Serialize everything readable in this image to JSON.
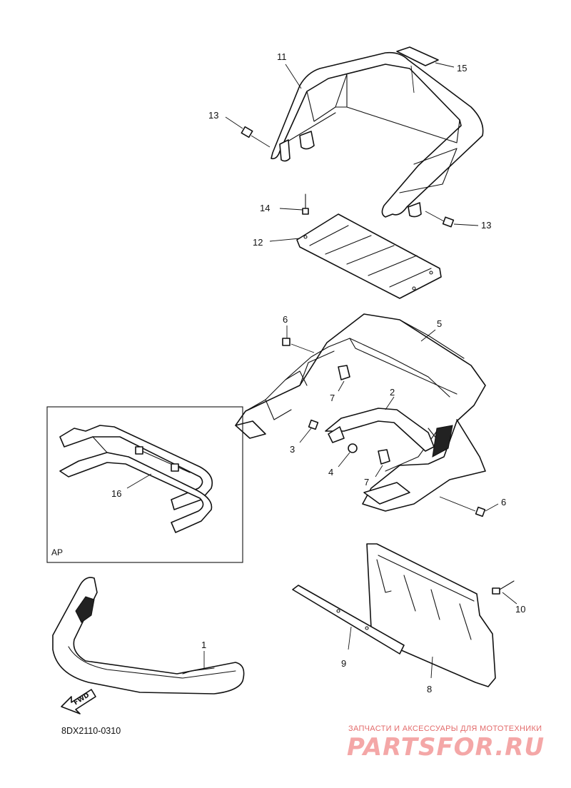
{
  "diagram_code": "8DX2110-0310",
  "inset_label": "AP",
  "fwd_label": "FWD",
  "watermark": {
    "subtitle": "ЗАПЧАСТИ И АКСЕССУАРЫ ДЛЯ МОТОТЕХНИКИ",
    "brand": "PARTSFOR.RU"
  },
  "callouts": {
    "c1": "1",
    "c2": "2",
    "c3": "3",
    "c4": "4",
    "c5": "5",
    "c6a": "6",
    "c6b": "6",
    "c7a": "7",
    "c7b": "7",
    "c8": "8",
    "c9": "9",
    "c10": "10",
    "c11": "11",
    "c12": "12",
    "c13a": "13",
    "c13b": "13",
    "c14": "14",
    "c15": "15",
    "c16": "16"
  },
  "colors": {
    "line": "#111111",
    "watermark_text": "#e36b6b",
    "watermark_logo": "#f4a7a7"
  }
}
